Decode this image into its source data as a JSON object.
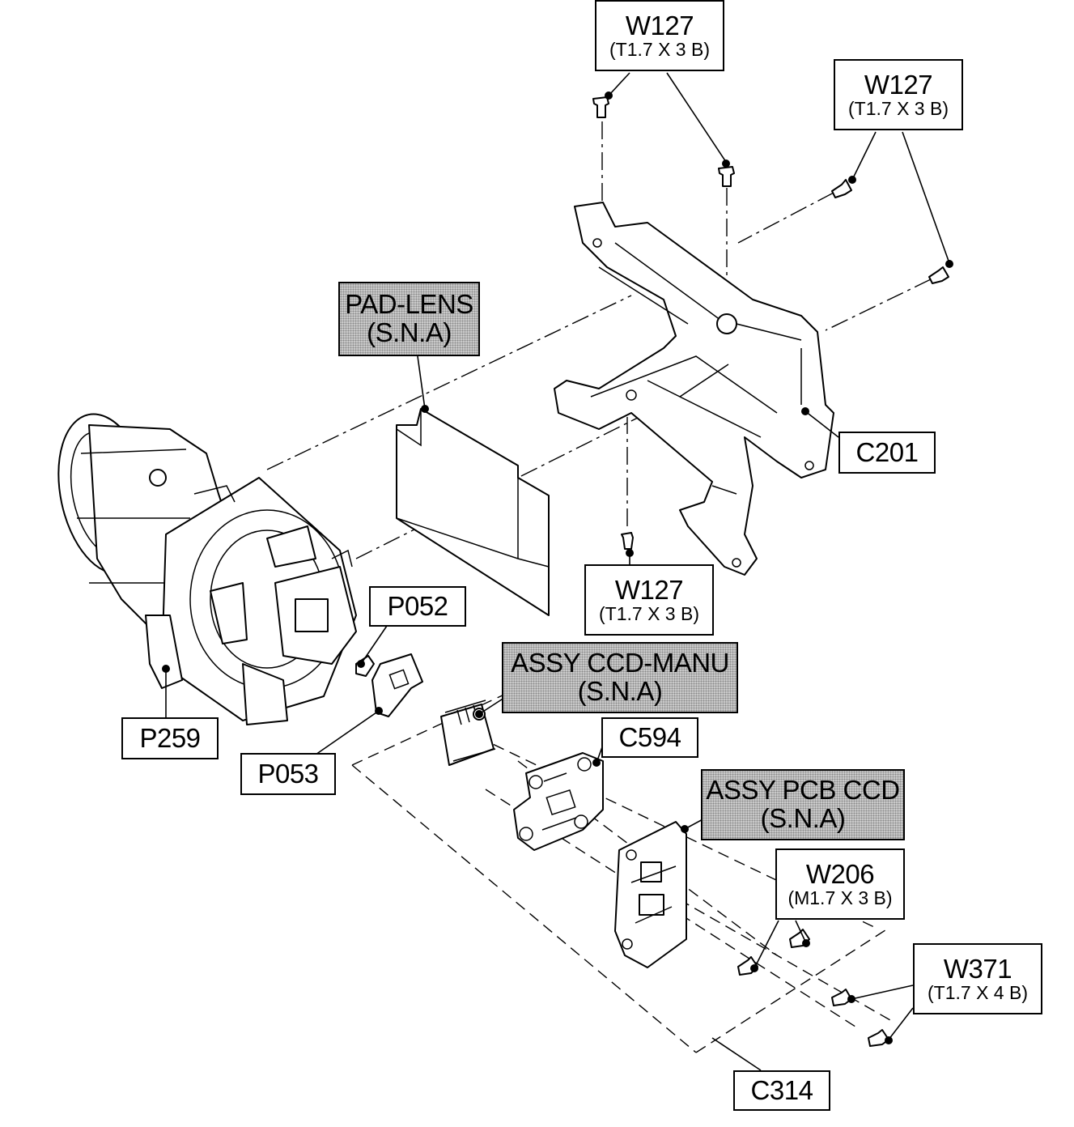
{
  "callouts": [
    {
      "id": "w127-top",
      "code": "W127",
      "spec": "(T1.7 X 3 B)",
      "shaded": false
    },
    {
      "id": "w127-right",
      "code": "W127",
      "spec": "(T1.7 X 3 B)",
      "shaded": false
    },
    {
      "id": "pad-lens",
      "code": "PAD-LENS",
      "spec": "(S.N.A)",
      "shaded": true
    },
    {
      "id": "c201",
      "code": "C201",
      "spec": "",
      "shaded": false
    },
    {
      "id": "w127-mid",
      "code": "W127",
      "spec": "(T1.7 X 3 B)",
      "shaded": false
    },
    {
      "id": "p052",
      "code": "P052",
      "spec": "",
      "shaded": false
    },
    {
      "id": "assy-ccd-manu",
      "code": "ASSY CCD-MANU",
      "spec": "(S.N.A)",
      "shaded": true
    },
    {
      "id": "p259",
      "code": "P259",
      "spec": "",
      "shaded": false
    },
    {
      "id": "p053",
      "code": "P053",
      "spec": "",
      "shaded": false
    },
    {
      "id": "c594",
      "code": "C594",
      "spec": "",
      "shaded": false
    },
    {
      "id": "assy-pcb-ccd",
      "code": "ASSY PCB CCD",
      "spec": "(S.N.A)",
      "shaded": true
    },
    {
      "id": "w206",
      "code": "W206",
      "spec": "(M1.7 X 3 B)",
      "shaded": false
    },
    {
      "id": "w371",
      "code": "W371",
      "spec": "(T1.7 X 4 B)",
      "shaded": false
    },
    {
      "id": "c314",
      "code": "C314",
      "spec": "",
      "shaded": false
    }
  ]
}
